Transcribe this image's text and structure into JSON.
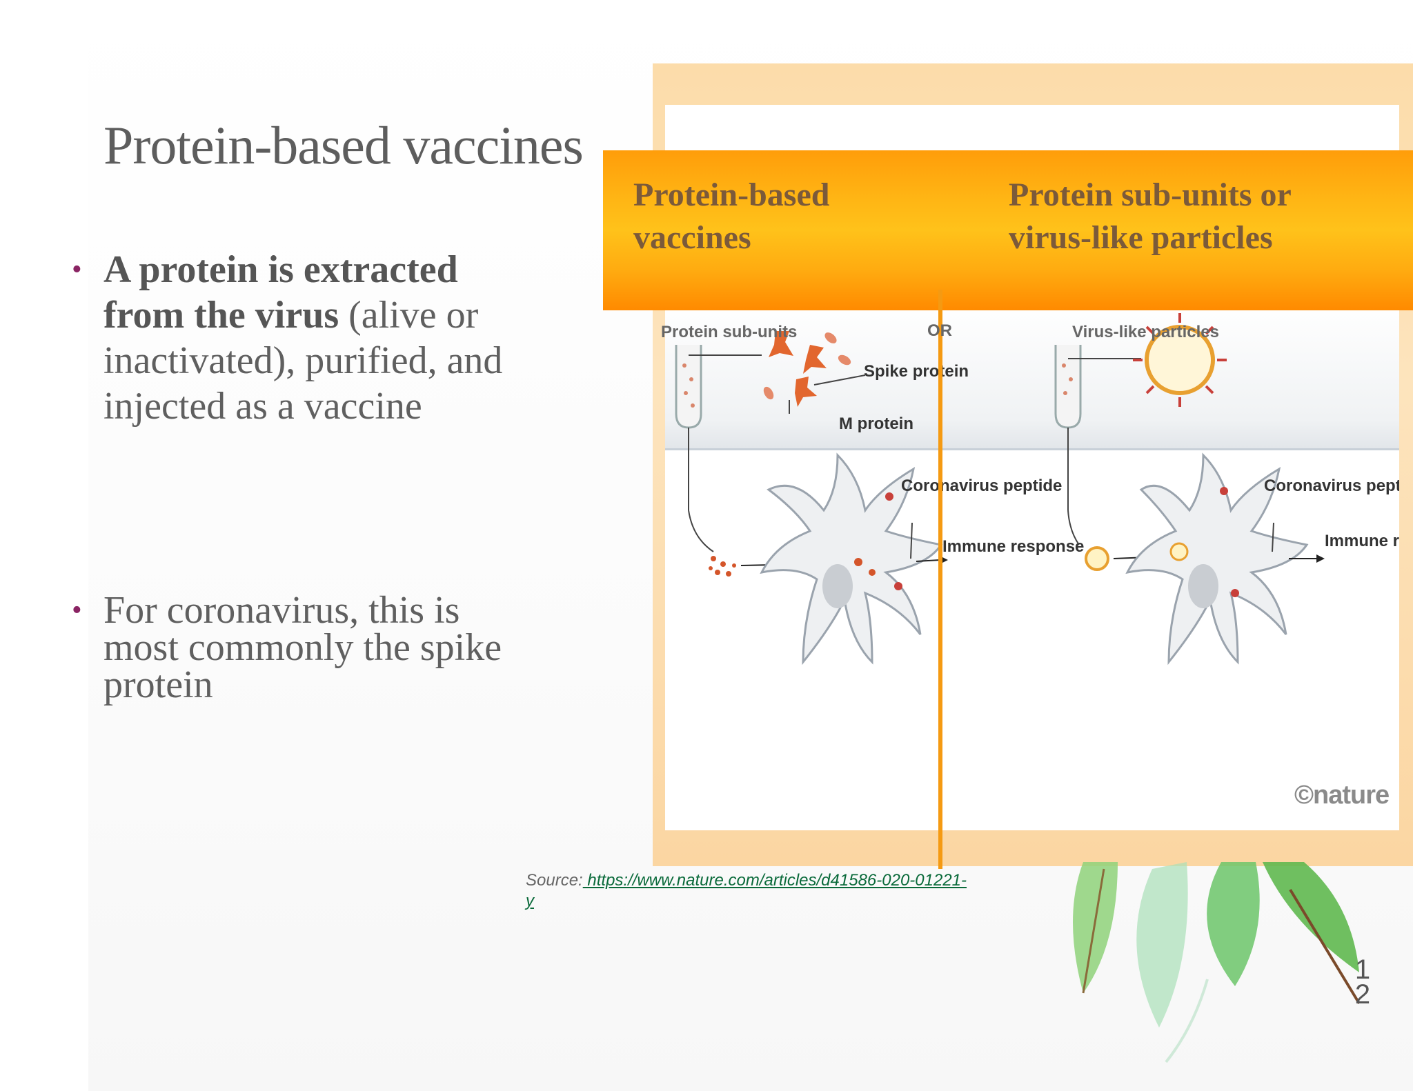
{
  "slide": {
    "title": "Protein-based vaccines",
    "bullets": [
      {
        "bold": "A protein is extracted from the virus",
        "text": " (alive or inactivated), purified, and  injected as a vaccine"
      },
      {
        "bold": "",
        "text": "For coronavirus, this is most commonly the spike  protein"
      }
    ],
    "page_number": "1\n2"
  },
  "figure": {
    "header_left": "Protein-based vaccines",
    "header_right": "Protein sub-units or virus-like particles",
    "label_protein_subunits": "Protein sub-units",
    "label_or": "OR",
    "label_virus_like": "Virus-like particles",
    "label_spike_protein": "Spike protein",
    "label_m_protein": "M protein",
    "label_coronavirus_peptide_left": "Coronavirus peptide",
    "label_immune_left": "Immune response",
    "label_coronavirus_peptide_right": "Coronavirus peptide",
    "label_immune_right": "Immune response",
    "credit": "©nature"
  },
  "source": {
    "prefix": "Source:",
    "link": " https://www.nature.com/articles/d41586-020-01221-y"
  },
  "colors": {
    "header_orange": "#ffb514",
    "divider": "#f59a12",
    "bullet_dot": "#8a2463",
    "link": "#0a6a3a"
  }
}
